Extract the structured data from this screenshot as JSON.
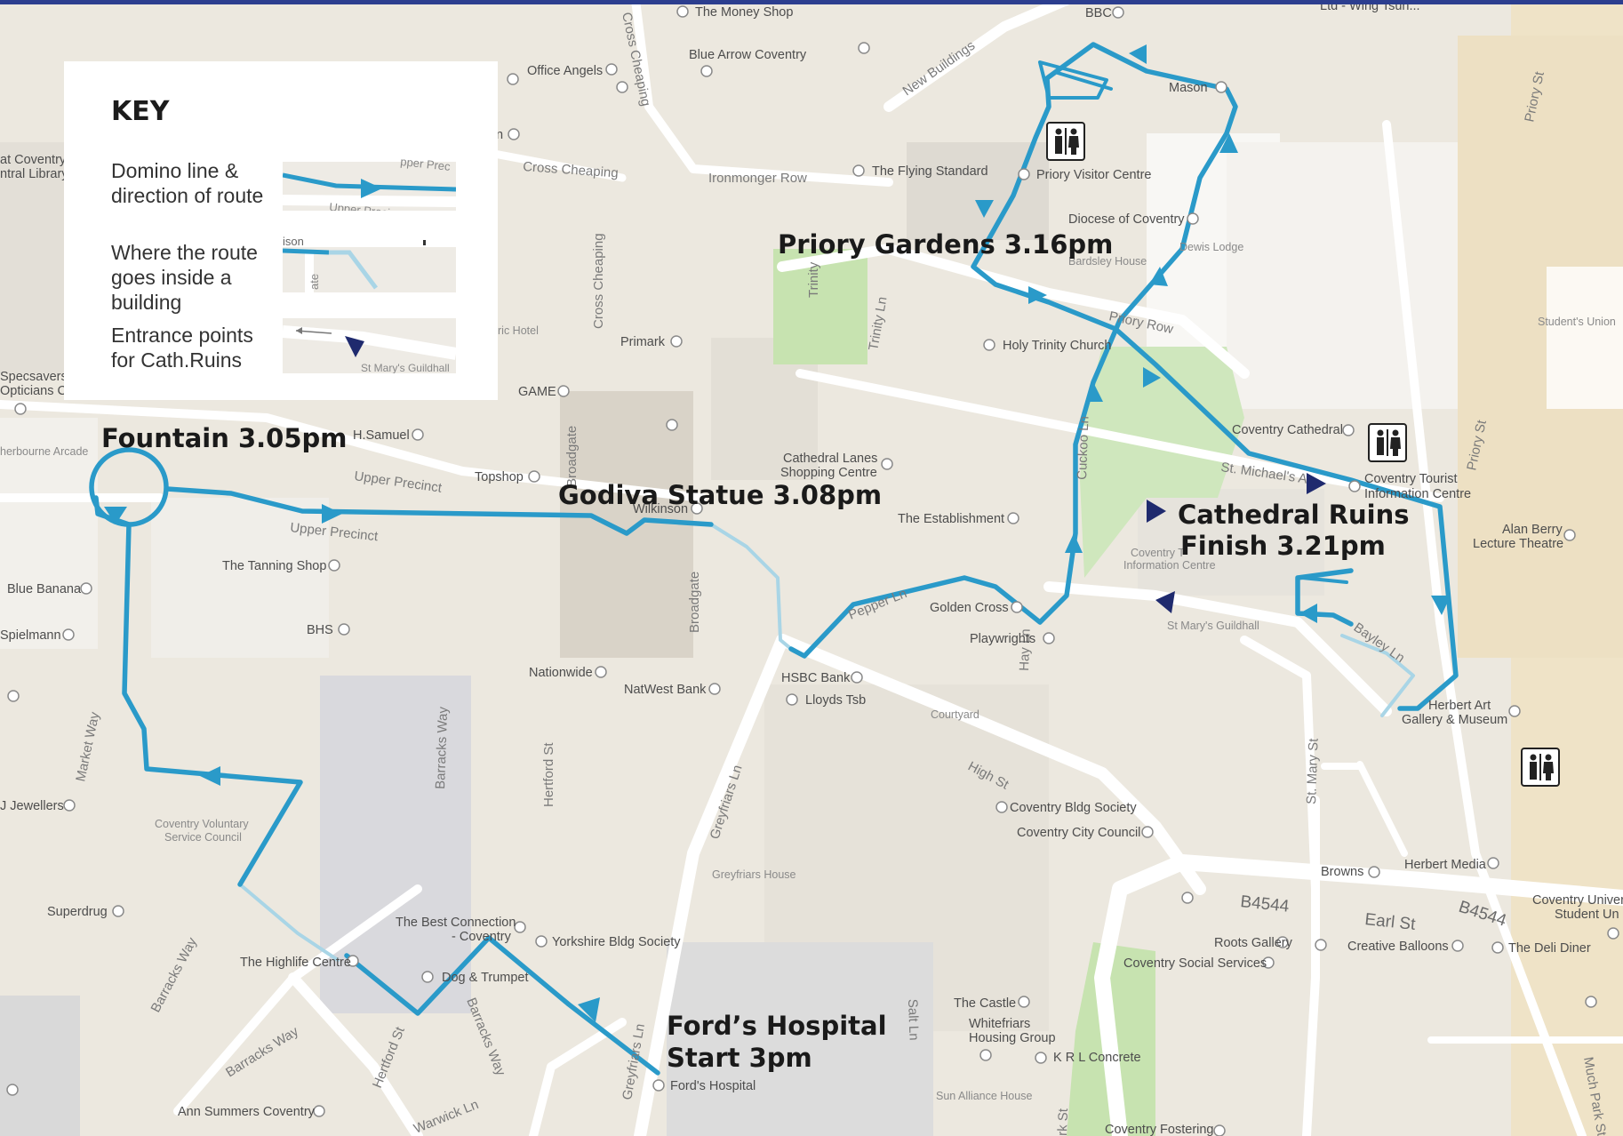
{
  "key": {
    "title": "KEY",
    "items": [
      {
        "label_1": "Domino line &",
        "label_2": "direction of route",
        "swatch_text_1": "pper Prec",
        "swatch_text_2": "Upper Precinct"
      },
      {
        "label_1": "Where the route",
        "label_2": "goes inside a",
        "label_3": "building",
        "swatch_text_1": "ison",
        "swatch_text_2": "ate"
      },
      {
        "label_1": "Entrance points",
        "label_2": "for Cath.Ruins",
        "swatch_text_1": "St Mary's Guildhall"
      }
    ]
  },
  "route_stops": {
    "start": {
      "line1": "Ford’s Hospital",
      "line2": "Start 3pm"
    },
    "fountain": "Fountain 3.05pm",
    "godiva": "Godiva Statue 3.08pm",
    "priory": "Priory Gardens 3.16pm",
    "finish": {
      "line1": "Cathedral Ruins",
      "line2": "Finish 3.21pm"
    }
  },
  "streets": {
    "cross_cheaping_top": "Cross Cheaping",
    "cross_cheaping_mid": "Cross Cheaping",
    "cross_cheaping_vert": "Cross Cheaping",
    "new_buildings": "New Buildings",
    "ironmonger_row": "Ironmonger Row",
    "upper_precinct_1": "Upper Precinct",
    "upper_precinct_2": "Upper Precinct",
    "broadgate_1": "Broadgate",
    "broadgate_2": "Broadgate",
    "trinity_1": "Trinity",
    "trinity_ln": "Trinity Ln",
    "priory_row": "Priory Row",
    "cuckoo_ln": "Cuckoo Ln",
    "st_michaels": "St. Michael's A",
    "pepper_ln": "Pepper Ln",
    "hay_ln": "Hay Ln",
    "bayley_ln": "Bayley Ln",
    "high_st": "High St",
    "st_mary_st": "St. Mary St",
    "greyfriars_ln": "Greyfriars Ln",
    "greyfriars_ln_2": "Greyfriars Ln",
    "hertford_st_1": "Hertford St",
    "hertford_st_2": "Hertford St",
    "barracks_way_1": "Barracks Way",
    "barracks_way_2": "Barracks Way",
    "barracks_way_3": "Barracks Way",
    "barracks_way_4": "Barracks Way",
    "market_way": "Market Way",
    "warwick_ln": "Warwick Ln",
    "salt_ln": "Salt Ln",
    "b4544_1": "B4544",
    "b4544_2": "B4544",
    "earl_st": "Earl St",
    "priory_st_1": "Priory St",
    "priory_st_2": "Priory St",
    "much_parks": "Much Park St",
    "rk_st": "rk St"
  },
  "places": {
    "money_shop": "The Money Shop",
    "blue_arrow": "Blue Arrow Coventry",
    "office_angels": "Office Angels",
    "bbc": "BBC",
    "ltd_wing": "Ltd - Wing Tsun...",
    "flying_standard": "The Flying Standard",
    "priory_visitor": "Priory Visitor Centre",
    "mason": "Mason",
    "diocese": "Diocese of Coventry",
    "dewis_lodge": "Dewis Lodge",
    "bardsley": "Bardsley House",
    "students_union": "Student's Union",
    "holy_trinity": "Holy Trinity Church",
    "primark": "Primark",
    "ric_hotel": "ric Hotel",
    "n_partial": "n",
    "game": "GAME",
    "h_samuel": "H.Samuel",
    "topshop": "Topshop",
    "wilkinson": "Wilkinson",
    "cathedral_lanes_1": "Cathedral Lanes",
    "cathedral_lanes_2": "Shopping Centre",
    "coventry_cathedral": "Coventry Cathedral",
    "tourist_info_1": "Coventry Tourist",
    "tourist_info_2": "Information Centre",
    "alan_berry_1": "Alan Berry",
    "alan_berry_2": "Lecture Theatre",
    "the_establishment": "The Establishment",
    "coventry_tourist_grey_1": "Coventry T",
    "coventry_tourist_grey_2": "Information Centre",
    "golden_cross": "Golden Cross",
    "playwrights": "Playwrights",
    "st_marys_guildhall": "St Mary's Guildhall",
    "herbert_art_1": "Herbert Art",
    "herbert_art_2": "Gallery & Museum",
    "tanning_shop": "The Tanning Shop",
    "blue_banana": "Blue Banana",
    "bhs": "BHS",
    "spielmann": "Spielmann",
    "nationwide": "Nationwide",
    "natwest": "NatWest Bank",
    "hsbc": "HSBC Bank",
    "lloyds": "Lloyds Tsb",
    "courtyard": "Courtyard",
    "coventry_bldg_soc": "Coventry Bldg Society",
    "coventry_council": "Coventry City Council",
    "jewellers": "J Jewellers",
    "cvs_1": "Coventry Voluntary",
    "cvs_2": "Service Council",
    "greyfriars_house": "Greyfriars House",
    "browns": "Browns",
    "herbert_media": "Herbert Media",
    "coventry_univ_1": "Coventry Univer",
    "coventry_univ_2": "Student Un",
    "superdrug": "Superdrug",
    "best_connection_1": "The Best Connection",
    "best_connection_2": "- Coventry",
    "yorkshire_bldg": "Yorkshire Bldg Society",
    "highlife": "The Highlife Centre",
    "dog_trumpet": "Dog & Trumpet",
    "roots_gallery": "Roots Gallery",
    "creative_balloons": "Creative Balloons",
    "deli_diner": "The Deli Diner",
    "social_services": "Coventry Social Services",
    "the_castle": "The Castle",
    "whitefriars_1": "Whitefriars",
    "whitefriars_2": "Housing Group",
    "krl_concrete": "K R L Concrete",
    "fords_hospital": "Ford's Hospital",
    "sun_alliance": "Sun Alliance House",
    "ann_summers": "Ann Summers Coventry",
    "coventry_fostering": "Coventry Fostering",
    "central_library_1": "at Coventry",
    "central_library_2": "ntral Library",
    "specsavers_1": "Specsavers",
    "specsavers_2": "Opticians Co",
    "sherbourne": "herbourne Arcade"
  },
  "colors": {
    "route": "#2a9ac9",
    "route_inside": "#a9d5e6",
    "entrance": "#1f2a6e",
    "park": "#c7e3b0",
    "frame": "#2c3e8f"
  },
  "icons": [
    "toilets-icon",
    "entrance-arrow-icon",
    "route-arrow-icon"
  ]
}
